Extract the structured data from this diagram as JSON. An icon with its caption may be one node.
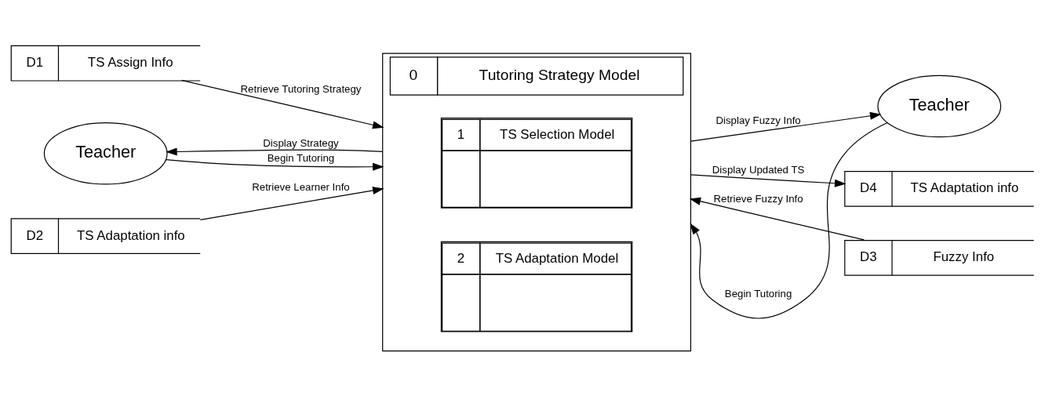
{
  "diagram": {
    "nodes": [
      {
        "text": [
          "D1",
          "TS Assign Info"
        ]
      },
      {
        "text": [
          "0",
          "Tutoring Strategy Model"
        ]
      },
      {
        "text": [
          "D3",
          "Fuzzy Info"
        ]
      },
      {
        "text": [
          "1",
          "TS Selection Model"
        ],
        "in": 1
      },
      {
        "text": [
          "Teacher"
        ]
      },
      {
        "text": [
          "Teacher"
        ]
      },
      {
        "text": [
          "2",
          "TS Adaptation Model"
        ],
        "in": 1
      },
      {
        "text": [
          "D2",
          "TS Adaptation info"
        ]
      },
      {
        "text": [
          "D4",
          "TS Adaptation info"
        ]
      }
    ],
    "edges": [
      {
        "from": 0,
        "to": 1,
        "arrow": "to",
        "label": "Retrieve Tutoring Strategy"
      },
      {
        "from": 1,
        "to": 4,
        "arrow": "to",
        "label": "Display Strategy"
      },
      {
        "from": 4,
        "to": 1,
        "arrow": "to",
        "label": "Begin Tutoring"
      },
      {
        "from": 7,
        "to": 1,
        "arrow": "to",
        "label": "Retrieve Learner Info"
      },
      {
        "from": 2,
        "to": 1,
        "arrow": "to",
        "label": "Retrieve Fuzzy Info"
      },
      {
        "from": 1,
        "to": 5,
        "arrow": "to",
        "label": "Display Fuzzy Info"
      },
      {
        "from": 5,
        "to": 1,
        "arrow": "to",
        "label": "Begin Tutoring"
      },
      {
        "from": 1,
        "to": 8,
        "arrow": "to",
        "label": "Display Updated TS"
      }
    ]
  }
}
